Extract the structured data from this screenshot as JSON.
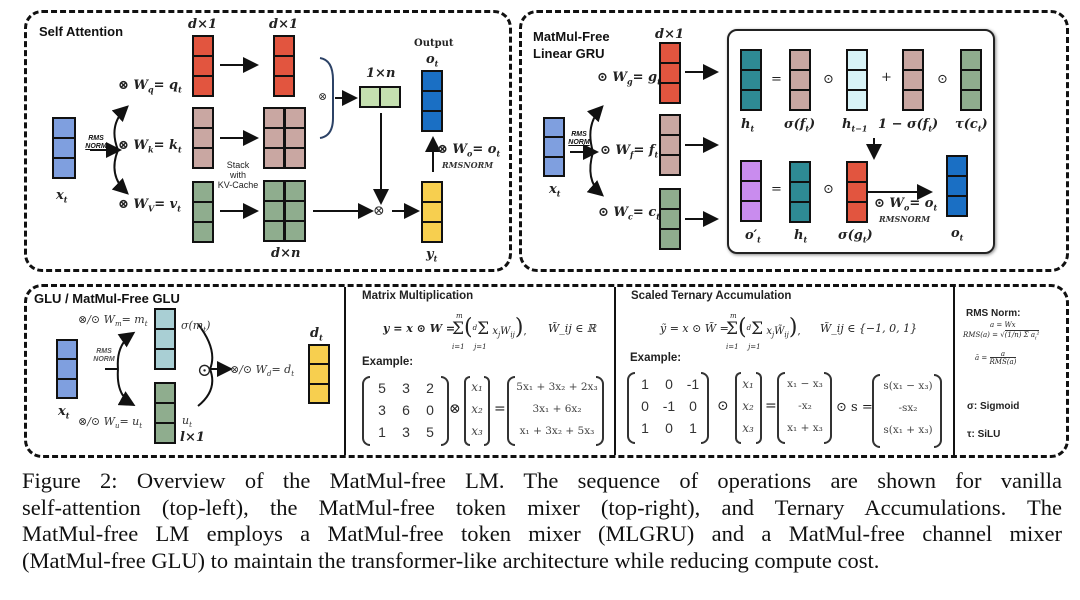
{
  "colors": {
    "input_blue": "#7f9fdf",
    "query_red": "#e2553f",
    "key_pink": "#c9a7a2",
    "value_green": "#8fad8e",
    "score_lightgreen": "#c5e0b0",
    "yellow": "#f7cf4f",
    "output_blue": "#1a6fc4",
    "teal": "#2e8a94",
    "light_cyan": "#d8f3f7",
    "purple": "#c98cee",
    "glu_lightblue": "#a9cfd4"
  },
  "self_attention": {
    "title": "Self Attention",
    "x_label": "x_t",
    "rms_norm": [
      "RMS",
      "NORM"
    ],
    "q_eq": "⊗ W_q = q_t",
    "k_eq": "⊗ W_k = k_t",
    "v_eq": "⊗ W_V = v_t",
    "dim_q": "d×1",
    "dim_q2": "d×1",
    "stack_label": [
      "Stack",
      "with",
      "KV-Cache"
    ],
    "dim_kv": "d×n",
    "score_dim": "1×n",
    "otimes": "⊗",
    "output_label": "Output",
    "o_label": "o_t",
    "wo_eq": "⊗ W_o = o_t",
    "rmsnorm_label": "RMSNORM",
    "y_label": "y_t"
  },
  "mlgru": {
    "title": [
      "MatMul-Free",
      "Linear GRU"
    ],
    "x_label": "x_t",
    "rms_norm": [
      "RMS",
      "NORM"
    ],
    "dim": "d×1",
    "g_eq": "⊙ W_g = g_t",
    "f_eq": "⊙ W_f = f_t",
    "c_eq": "⊙ W_c = c_t",
    "row1_labels": [
      "h_t",
      "σ(f_t)",
      "h_{t−1}",
      "1 − σ(f_t)",
      "τ(c_t)"
    ],
    "row1_ops": [
      "=",
      "⊙",
      "+",
      "⊙"
    ],
    "row2_labels": [
      "o′_t",
      "h_t",
      "σ(g_t)",
      "o_t"
    ],
    "row2_ops": [
      "=",
      "⊙"
    ],
    "wo_eq": "⊙ W_o = o_t",
    "rmsnorm_label": "RMSNORM"
  },
  "glu": {
    "title": "GLU / MatMul-Free GLU",
    "x_label": "x_t",
    "rms_norm": [
      "RMS",
      "NORM"
    ],
    "m_eq": "⊗/⊙ W_m = m_t",
    "u_eq": "⊗/⊙ W_u = u_t",
    "sigma_m": "σ(m_t)",
    "u_label": "u_t",
    "u_dim": "l×1",
    "odot": "⊙",
    "d_eq": "⊗/⊙ W_d = d_t",
    "d_label": "d_t"
  },
  "matmul": {
    "title": "Matrix Multiplication",
    "formula": "y = x ⊙ W = Σ_{i=1}^{m} ( Σ_{j=1}^{d} x_j W_ij ),",
    "formula_lhs": "y = x ⊙ W =",
    "formula_sum": "Σ ( Σ x_j W_ij ),",
    "domain": "W̃_ij ∈ ℝ",
    "example_label": "Example:",
    "matrix": [
      [
        "5",
        "3",
        "2"
      ],
      [
        "3",
        "6",
        "0"
      ],
      [
        "1",
        "3",
        "5"
      ]
    ],
    "op": "⊗",
    "vector": [
      "x₁",
      "x₂",
      "x₃"
    ],
    "eq": "=",
    "result": [
      "5x₁ + 3x₂ + 2x₃",
      "3x₁ + 6x₂",
      "x₁ + 3x₂ + 5x₃"
    ]
  },
  "ternary": {
    "title": "Scaled Ternary Accumulation",
    "formula_lhs": "ỹ = x ⊙ W̃ =",
    "formula_sum": "Σ ( Σ x_j W̃_ij ),",
    "domain": "W̃_ij ∈ {−1, 0, 1}",
    "example_label": "Example:",
    "matrix": [
      [
        "1",
        "0",
        "-1"
      ],
      [
        "0",
        "-1",
        "0"
      ],
      [
        "1",
        "0",
        "1"
      ]
    ],
    "op": "⊙",
    "vector": [
      "x₁",
      "x₂",
      "x₃"
    ],
    "eq": "=",
    "result": [
      "x₁ − x₃",
      "-x₂",
      "x₁ + x₃"
    ],
    "scale_op": "⊙ s =",
    "scaled": [
      "s(x₁ − x₃)",
      "-sx₂",
      "s(x₁ + x₃)"
    ]
  },
  "rms": {
    "title": "RMS Norm:",
    "line1": "a = Wx",
    "line2": "RMS(a) = √( (1/n) Σ_{i=1}^{n} a_i² )",
    "line2_lhs": "RMS(a) =",
    "line3": "ā = a / RMS(a)",
    "sigma_def": "σ:  Sigmoid",
    "tau_def": "τ:  SiLU"
  },
  "caption": {
    "lines": [
      "Figure 2: Overview of the MatMul-free LM. The sequence of operations are shown for vanilla",
      "self-attention (top-left), the MatMul-free token mixer (top-right), and Ternary Accumulations. The",
      "MatMul-free LM employs a MatMul-free token mixer (MLGRU) and a MatMul-free channel mixer",
      "(MatMul-free GLU) to maintain the transformer-like architecture while reducing compute cost."
    ]
  }
}
